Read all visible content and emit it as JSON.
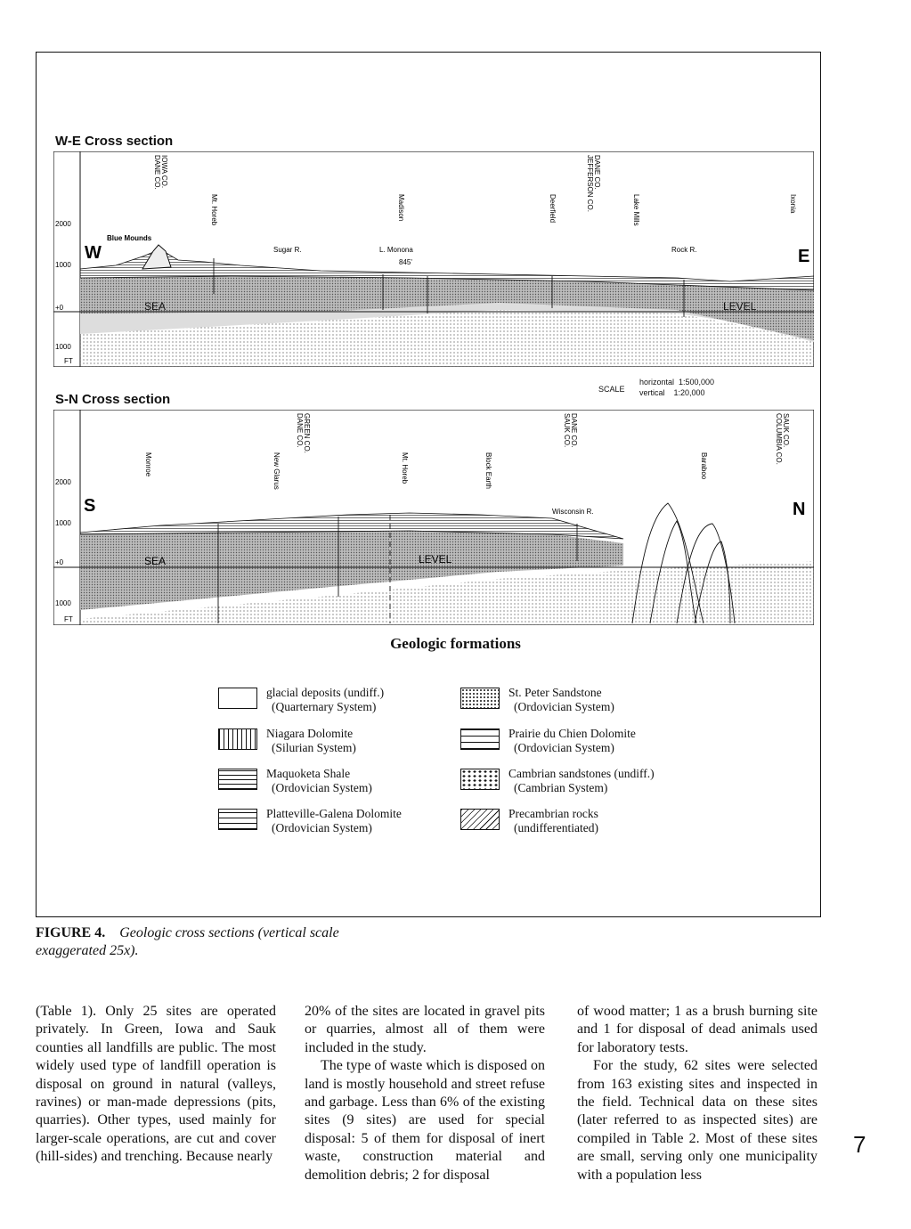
{
  "we_section": {
    "title": "W-E Cross section",
    "west": "W",
    "east": "E",
    "county_lines": [
      "DANE CO.",
      "IOWA CO.",
      "JEFFERSON CO.",
      "DANE CO."
    ],
    "places": [
      "Mt. Horeb",
      "Madison",
      "Deerfield",
      "Lake Mills",
      "Ixonia"
    ],
    "features": [
      "Blue Mounds",
      "Sugar R.",
      "L. Monona",
      "845'",
      "Rock R."
    ],
    "sea": "SEA",
    "level": "LEVEL",
    "axis": [
      "2000",
      "1000",
      "+0",
      "1000",
      "FT"
    ]
  },
  "scale": {
    "label": "SCALE",
    "horizontal": "horizontal  1:500,000",
    "vertical": "vertical    1:20,000"
  },
  "sn_section": {
    "title": "S-N Cross section",
    "south": "S",
    "north": "N",
    "county_lines": [
      "DANE CO.",
      "GREEN CO.",
      "SAUK CO.",
      "DANE CO.",
      "COLUMBIA CO.",
      "SAUK CO."
    ],
    "places": [
      "Monroe",
      "New Glarus",
      "Mt. Horeb",
      "Block Earth",
      "Baraboo"
    ],
    "features": [
      "Wisconsin R."
    ],
    "sea": "SEA",
    "level": "LEVEL",
    "axis": [
      "2000",
      "1000",
      "+0",
      "1000",
      "FT"
    ]
  },
  "legend": {
    "title": "Geologic formations",
    "items": [
      {
        "name": "glacial deposits (undiff.)",
        "system": "(Quarternary System)",
        "pattern": "blank"
      },
      {
        "name": "Niagara Dolomite",
        "system": "(Silurian System)",
        "pattern": "vlines"
      },
      {
        "name": "Maquoketa Shale",
        "system": "(Ordovician System)",
        "pattern": "hlines"
      },
      {
        "name": "Platteville-Galena Dolomite",
        "system": "(Ordovician System)",
        "pattern": "bricks"
      },
      {
        "name": "St. Peter Sandstone",
        "system": "(Ordovician System)",
        "pattern": "dots"
      },
      {
        "name": "Prairie du Chien Dolomite",
        "system": "(Ordovician System)",
        "pattern": "slant"
      },
      {
        "name": "Cambrian sandstones (undiff.)",
        "system": "(Cambrian System)",
        "pattern": "bigdots"
      },
      {
        "name": "Precambrian rocks",
        "system": "(undifferentiated)",
        "pattern": "waves"
      }
    ]
  },
  "caption": {
    "label": "FIGURE 4.",
    "text": "Geologic cross sections (vertical scale exaggerated 25x)."
  },
  "body": {
    "col1": [
      "(Table 1). Only 25 sites are operated privately. In Green, Iowa and Sauk counties all landfills are public. The most widely used type of landfill operation is disposal on ground in natural (valleys, ravines) or man-made depressions (pits, quarries). Other types, used mainly for larger-scale operations, are cut and cover (hill-sides) and trenching. Because nearly"
    ],
    "col2": [
      "20% of the sites are located in gravel pits or quarries, almost all of them were included in the study.",
      "The type of waste which is disposed on land is mostly household and street refuse and garbage. Less than 6% of the existing sites (9 sites) are used for special disposal: 5 of them for disposal of inert waste, construction material and demolition debris; 2 for disposal"
    ],
    "col3": [
      "of wood matter; 1 as a brush burning site and 1 for disposal of dead animals used for laboratory tests.",
      "For the study, 62 sites were selected from 163 existing sites and inspected in the field. Technical data on these sites (later referred to as inspected sites) are compiled in Table 2. Most of these sites are small, serving only one municipality with a population less"
    ]
  },
  "page_number": "7"
}
